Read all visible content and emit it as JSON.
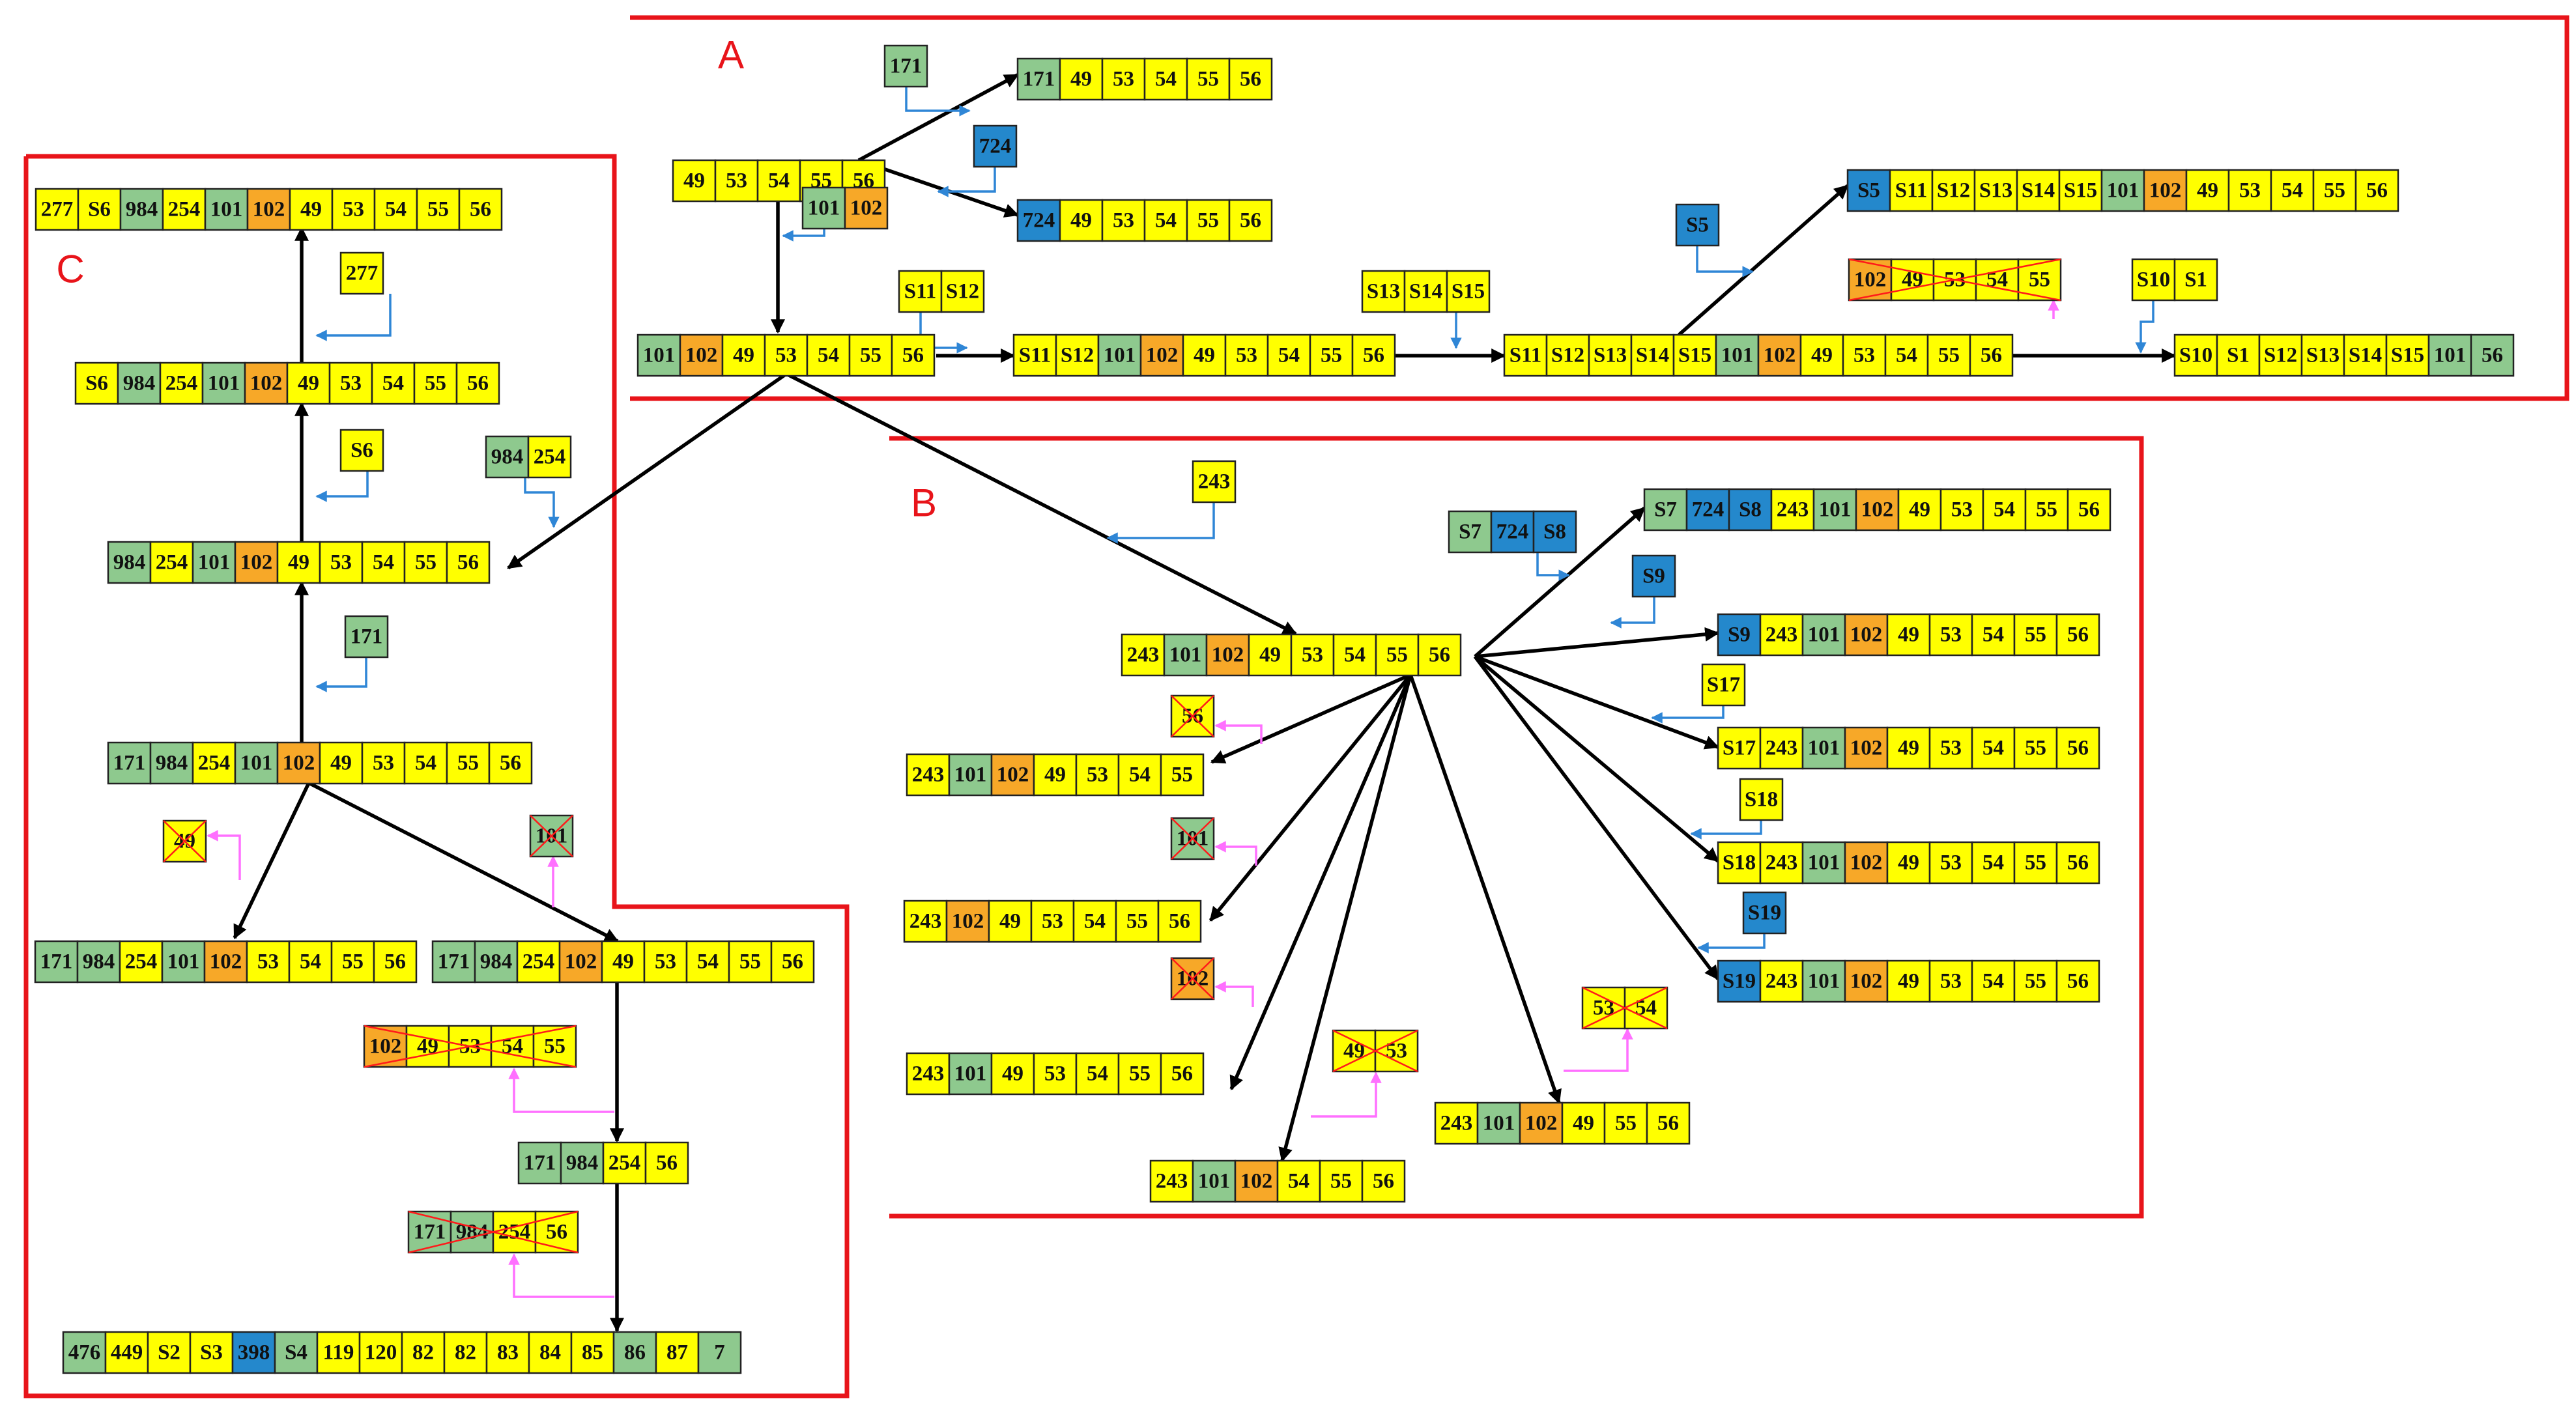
{
  "colors": {
    "yellow": "#ffff00",
    "green": "#8ec98e",
    "orange": "#f7a828",
    "blue": "#2488cc",
    "region_border": "#e8141a",
    "flow_arrow": "#000000",
    "add_arrow": "#2f86d6",
    "remove_arrow": "#ff70ff",
    "strike": "#ff1a1a"
  },
  "regions": [
    {
      "label": "A"
    },
    {
      "label": "B"
    },
    {
      "label": "C"
    }
  ],
  "sequences": [
    {
      "id": "A_root",
      "cells": [
        [
          "49",
          "y"
        ],
        [
          "53",
          "y"
        ],
        [
          "54",
          "y"
        ],
        [
          "55",
          "y"
        ],
        [
          "56",
          "y"
        ]
      ]
    },
    {
      "id": "A_add171",
      "cells": [
        [
          "171",
          "g"
        ]
      ]
    },
    {
      "id": "A_r171",
      "cells": [
        [
          "171",
          "g"
        ],
        [
          "49",
          "y"
        ],
        [
          "53",
          "y"
        ],
        [
          "54",
          "y"
        ],
        [
          "55",
          "y"
        ],
        [
          "56",
          "y"
        ]
      ]
    },
    {
      "id": "A_add724",
      "cells": [
        [
          "724",
          "b"
        ]
      ]
    },
    {
      "id": "A_r724",
      "cells": [
        [
          "724",
          "b"
        ],
        [
          "49",
          "y"
        ],
        [
          "53",
          "y"
        ],
        [
          "54",
          "y"
        ],
        [
          "55",
          "y"
        ],
        [
          "56",
          "y"
        ]
      ]
    },
    {
      "id": "A_add101",
      "cells": [
        [
          "101",
          "g"
        ],
        [
          "102",
          "o"
        ]
      ]
    },
    {
      "id": "A_main",
      "cells": [
        [
          "101",
          "g"
        ],
        [
          "102",
          "o"
        ],
        [
          "49",
          "y"
        ],
        [
          "53",
          "y"
        ],
        [
          "54",
          "y"
        ],
        [
          "55",
          "y"
        ],
        [
          "56",
          "y"
        ]
      ]
    },
    {
      "id": "A_addS11",
      "cells": [
        [
          "S11",
          "y"
        ],
        [
          "S12",
          "y"
        ]
      ]
    },
    {
      "id": "A_s11",
      "cells": [
        [
          "S11",
          "y"
        ],
        [
          "S12",
          "y"
        ],
        [
          "101",
          "g"
        ],
        [
          "102",
          "o"
        ],
        [
          "49",
          "y"
        ],
        [
          "53",
          "y"
        ],
        [
          "54",
          "y"
        ],
        [
          "55",
          "y"
        ],
        [
          "56",
          "y"
        ]
      ]
    },
    {
      "id": "A_addS13",
      "cells": [
        [
          "S13",
          "y"
        ],
        [
          "S14",
          "y"
        ],
        [
          "S15",
          "y"
        ]
      ]
    },
    {
      "id": "A_s13",
      "cells": [
        [
          "S11",
          "y"
        ],
        [
          "S12",
          "y"
        ],
        [
          "S13",
          "y"
        ],
        [
          "S14",
          "y"
        ],
        [
          "S15",
          "y"
        ],
        [
          "101",
          "g"
        ],
        [
          "102",
          "o"
        ],
        [
          "49",
          "y"
        ],
        [
          "53",
          "y"
        ],
        [
          "54",
          "y"
        ],
        [
          "55",
          "y"
        ],
        [
          "56",
          "y"
        ]
      ]
    },
    {
      "id": "A_addS5",
      "cells": [
        [
          "S5",
          "b"
        ]
      ]
    },
    {
      "id": "A_s5",
      "cells": [
        [
          "S5",
          "b"
        ],
        [
          "S11",
          "y"
        ],
        [
          "S12",
          "y"
        ],
        [
          "S13",
          "y"
        ],
        [
          "S14",
          "y"
        ],
        [
          "S15",
          "y"
        ],
        [
          "101",
          "g"
        ],
        [
          "102",
          "o"
        ],
        [
          "49",
          "y"
        ],
        [
          "53",
          "y"
        ],
        [
          "54",
          "y"
        ],
        [
          "55",
          "y"
        ],
        [
          "56",
          "y"
        ]
      ]
    },
    {
      "id": "A_del",
      "cells": [
        [
          "102",
          "o"
        ],
        [
          "49",
          "y"
        ],
        [
          "53",
          "y"
        ],
        [
          "54",
          "y"
        ],
        [
          "55",
          "y"
        ]
      ]
    },
    {
      "id": "A_addS10",
      "cells": [
        [
          "S10",
          "y"
        ],
        [
          "S1",
          "y"
        ]
      ]
    },
    {
      "id": "A_s10",
      "cells": [
        [
          "S10",
          "y"
        ],
        [
          "S1",
          "y"
        ],
        [
          "S12",
          "y"
        ],
        [
          "S13",
          "y"
        ],
        [
          "S14",
          "y"
        ],
        [
          "S15",
          "y"
        ],
        [
          "101",
          "g"
        ],
        [
          "56",
          "g"
        ]
      ]
    },
    {
      "id": "B_add243",
      "cells": [
        [
          "243",
          "y"
        ]
      ]
    },
    {
      "id": "B_hub",
      "cells": [
        [
          "243",
          "y"
        ],
        [
          "101",
          "g"
        ],
        [
          "102",
          "o"
        ],
        [
          "49",
          "y"
        ],
        [
          "53",
          "y"
        ],
        [
          "54",
          "y"
        ],
        [
          "55",
          "y"
        ],
        [
          "56",
          "y"
        ]
      ]
    },
    {
      "id": "B_addS7",
      "cells": [
        [
          "S7",
          "g"
        ],
        [
          "724",
          "b"
        ],
        [
          "S8",
          "b"
        ]
      ]
    },
    {
      "id": "B_r1",
      "cells": [
        [
          "S7",
          "g"
        ],
        [
          "724",
          "b"
        ],
        [
          "S8",
          "b"
        ],
        [
          "243",
          "y"
        ],
        [
          "101",
          "g"
        ],
        [
          "102",
          "o"
        ],
        [
          "49",
          "y"
        ],
        [
          "53",
          "y"
        ],
        [
          "54",
          "y"
        ],
        [
          "55",
          "y"
        ],
        [
          "56",
          "y"
        ]
      ]
    },
    {
      "id": "B_addS9",
      "cells": [
        [
          "S9",
          "b"
        ]
      ]
    },
    {
      "id": "B_r2",
      "cells": [
        [
          "S9",
          "b"
        ],
        [
          "243",
          "y"
        ],
        [
          "101",
          "g"
        ],
        [
          "102",
          "o"
        ],
        [
          "49",
          "y"
        ],
        [
          "53",
          "y"
        ],
        [
          "54",
          "y"
        ],
        [
          "55",
          "y"
        ],
        [
          "56",
          "y"
        ]
      ]
    },
    {
      "id": "B_addS17",
      "cells": [
        [
          "S17",
          "y"
        ]
      ]
    },
    {
      "id": "B_r3",
      "cells": [
        [
          "S17",
          "y"
        ],
        [
          "243",
          "y"
        ],
        [
          "101",
          "g"
        ],
        [
          "102",
          "o"
        ],
        [
          "49",
          "y"
        ],
        [
          "53",
          "y"
        ],
        [
          "54",
          "y"
        ],
        [
          "55",
          "y"
        ],
        [
          "56",
          "y"
        ]
      ]
    },
    {
      "id": "B_addS18",
      "cells": [
        [
          "S18",
          "y"
        ]
      ]
    },
    {
      "id": "B_r4",
      "cells": [
        [
          "S18",
          "y"
        ],
        [
          "243",
          "y"
        ],
        [
          "101",
          "g"
        ],
        [
          "102",
          "o"
        ],
        [
          "49",
          "y"
        ],
        [
          "53",
          "y"
        ],
        [
          "54",
          "y"
        ],
        [
          "55",
          "y"
        ],
        [
          "56",
          "y"
        ]
      ]
    },
    {
      "id": "B_addS19",
      "cells": [
        [
          "S19",
          "b"
        ]
      ]
    },
    {
      "id": "B_r5",
      "cells": [
        [
          "S19",
          "b"
        ],
        [
          "243",
          "y"
        ],
        [
          "101",
          "g"
        ],
        [
          "102",
          "o"
        ],
        [
          "49",
          "y"
        ],
        [
          "53",
          "y"
        ],
        [
          "54",
          "y"
        ],
        [
          "55",
          "y"
        ],
        [
          "56",
          "y"
        ]
      ]
    },
    {
      "id": "B_del56",
      "cells": [
        [
          "56",
          "y"
        ]
      ]
    },
    {
      "id": "B_l1",
      "cells": [
        [
          "243",
          "y"
        ],
        [
          "101",
          "g"
        ],
        [
          "102",
          "o"
        ],
        [
          "49",
          "y"
        ],
        [
          "53",
          "y"
        ],
        [
          "54",
          "y"
        ],
        [
          "55",
          "y"
        ]
      ]
    },
    {
      "id": "B_del101",
      "cells": [
        [
          "101",
          "g"
        ]
      ]
    },
    {
      "id": "B_l2",
      "cells": [
        [
          "243",
          "y"
        ],
        [
          "102",
          "o"
        ],
        [
          "49",
          "y"
        ],
        [
          "53",
          "y"
        ],
        [
          "54",
          "y"
        ],
        [
          "55",
          "y"
        ],
        [
          "56",
          "y"
        ]
      ]
    },
    {
      "id": "B_del102",
      "cells": [
        [
          "102",
          "o"
        ]
      ]
    },
    {
      "id": "B_l3",
      "cells": [
        [
          "243",
          "y"
        ],
        [
          "101",
          "g"
        ],
        [
          "49",
          "y"
        ],
        [
          "53",
          "y"
        ],
        [
          "54",
          "y"
        ],
        [
          "55",
          "y"
        ],
        [
          "56",
          "y"
        ]
      ]
    },
    {
      "id": "B_del4953",
      "cells": [
        [
          "49",
          "y"
        ],
        [
          "53",
          "y"
        ]
      ]
    },
    {
      "id": "B_b1",
      "cells": [
        [
          "243",
          "y"
        ],
        [
          "101",
          "g"
        ],
        [
          "102",
          "o"
        ],
        [
          "54",
          "y"
        ],
        [
          "55",
          "y"
        ],
        [
          "56",
          "y"
        ]
      ]
    },
    {
      "id": "B_del5354",
      "cells": [
        [
          "53",
          "y"
        ],
        [
          "54",
          "y"
        ]
      ]
    },
    {
      "id": "B_b2",
      "cells": [
        [
          "243",
          "y"
        ],
        [
          "101",
          "g"
        ],
        [
          "102",
          "o"
        ],
        [
          "49",
          "y"
        ],
        [
          "55",
          "y"
        ],
        [
          "56",
          "y"
        ]
      ]
    },
    {
      "id": "C_top",
      "cells": [
        [
          "277",
          "y"
        ],
        [
          "S6",
          "y"
        ],
        [
          "984",
          "g"
        ],
        [
          "254",
          "y"
        ],
        [
          "101",
          "g"
        ],
        [
          "102",
          "o"
        ],
        [
          "49",
          "y"
        ],
        [
          "53",
          "y"
        ],
        [
          "54",
          "y"
        ],
        [
          "55",
          "y"
        ],
        [
          "56",
          "y"
        ]
      ]
    },
    {
      "id": "C_add277",
      "cells": [
        [
          "277",
          "y"
        ]
      ]
    },
    {
      "id": "C_s6",
      "cells": [
        [
          "S6",
          "y"
        ],
        [
          "984",
          "g"
        ],
        [
          "254",
          "y"
        ],
        [
          "101",
          "g"
        ],
        [
          "102",
          "o"
        ],
        [
          "49",
          "y"
        ],
        [
          "53",
          "y"
        ],
        [
          "54",
          "y"
        ],
        [
          "55",
          "y"
        ],
        [
          "56",
          "y"
        ]
      ]
    },
    {
      "id": "C_addS6",
      "cells": [
        [
          "S6",
          "y"
        ]
      ]
    },
    {
      "id": "C_add984",
      "cells": [
        [
          "984",
          "g"
        ],
        [
          "254",
          "y"
        ]
      ]
    },
    {
      "id": "C_984",
      "cells": [
        [
          "984",
          "g"
        ],
        [
          "254",
          "y"
        ],
        [
          "101",
          "g"
        ],
        [
          "102",
          "o"
        ],
        [
          "49",
          "y"
        ],
        [
          "53",
          "y"
        ],
        [
          "54",
          "y"
        ],
        [
          "55",
          "y"
        ],
        [
          "56",
          "y"
        ]
      ]
    },
    {
      "id": "C_add171",
      "cells": [
        [
          "171",
          "g"
        ]
      ]
    },
    {
      "id": "C_171",
      "cells": [
        [
          "171",
          "g"
        ],
        [
          "984",
          "g"
        ],
        [
          "254",
          "y"
        ],
        [
          "101",
          "g"
        ],
        [
          "102",
          "o"
        ],
        [
          "49",
          "y"
        ],
        [
          "53",
          "y"
        ],
        [
          "54",
          "y"
        ],
        [
          "55",
          "y"
        ],
        [
          "56",
          "y"
        ]
      ]
    },
    {
      "id": "C_del49",
      "cells": [
        [
          "49",
          "y"
        ]
      ]
    },
    {
      "id": "C_del101",
      "cells": [
        [
          "101",
          "g"
        ]
      ]
    },
    {
      "id": "C_left",
      "cells": [
        [
          "171",
          "g"
        ],
        [
          "984",
          "g"
        ],
        [
          "254",
          "y"
        ],
        [
          "101",
          "g"
        ],
        [
          "102",
          "o"
        ],
        [
          "53",
          "y"
        ],
        [
          "54",
          "y"
        ],
        [
          "55",
          "y"
        ],
        [
          "56",
          "y"
        ]
      ]
    },
    {
      "id": "C_right",
      "cells": [
        [
          "171",
          "g"
        ],
        [
          "984",
          "g"
        ],
        [
          "254",
          "y"
        ],
        [
          "102",
          "o"
        ],
        [
          "49",
          "y"
        ],
        [
          "53",
          "y"
        ],
        [
          "54",
          "y"
        ],
        [
          "55",
          "y"
        ],
        [
          "56",
          "y"
        ]
      ]
    },
    {
      "id": "C_del5",
      "cells": [
        [
          "102",
          "o"
        ],
        [
          "49",
          "y"
        ],
        [
          "53",
          "y"
        ],
        [
          "54",
          "y"
        ],
        [
          "55",
          "y"
        ]
      ]
    },
    {
      "id": "C_short",
      "cells": [
        [
          "171",
          "g"
        ],
        [
          "984",
          "g"
        ],
        [
          "254",
          "y"
        ],
        [
          "56",
          "y"
        ]
      ]
    },
    {
      "id": "C_del4",
      "cells": [
        [
          "171",
          "g"
        ],
        [
          "984",
          "g"
        ],
        [
          "254",
          "y"
        ],
        [
          "56",
          "y"
        ]
      ]
    },
    {
      "id": "C_bottom",
      "cells": [
        [
          "476",
          "g"
        ],
        [
          "449",
          "y"
        ],
        [
          "S2",
          "y"
        ],
        [
          "S3",
          "y"
        ],
        [
          "398",
          "b"
        ],
        [
          "S4",
          "g"
        ],
        [
          "119",
          "y"
        ],
        [
          "120",
          "y"
        ],
        [
          "82",
          "y"
        ],
        [
          "82",
          "y"
        ],
        [
          "83",
          "y"
        ],
        [
          "84",
          "y"
        ],
        [
          "85",
          "y"
        ],
        [
          "86",
          "g"
        ],
        [
          "87",
          "y"
        ],
        [
          "7",
          "g"
        ]
      ]
    }
  ]
}
